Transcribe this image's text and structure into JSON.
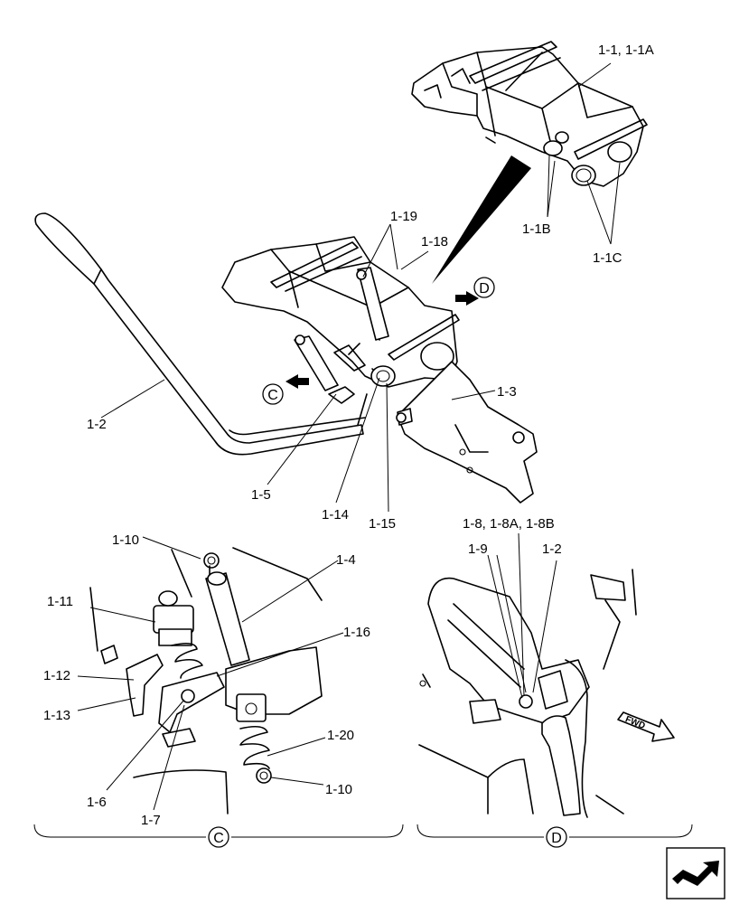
{
  "labels": {
    "l_1_1": "1-1, 1-1A",
    "l_1_1B": "1-1B",
    "l_1_1C": "1-1C",
    "l_1_19": "1-19",
    "l_1_18": "1-18",
    "l_1_2_top": "1-2",
    "l_1_3": "1-3",
    "l_1_5": "1-5",
    "l_1_14": "1-14",
    "l_1_15": "1-15",
    "l_1_10_a": "1-10",
    "l_1_4": "1-4",
    "l_1_11": "1-11",
    "l_1_16": "1-16",
    "l_1_12": "1-12",
    "l_1_13": "1-13",
    "l_1_20": "1-20",
    "l_1_10_b": "1-10",
    "l_1_6": "1-6",
    "l_1_7": "1-7",
    "l_1_8": "1-8, 1-8A, 1-8B",
    "l_1_9": "1-9",
    "l_1_2_d": "1-2"
  },
  "view_markers": {
    "c_arrow": "C",
    "d_arrow": "D",
    "c_section": "C",
    "d_section": "D"
  },
  "fwd_label": "FWD",
  "nav_icon": "next-page-arrow-icon"
}
